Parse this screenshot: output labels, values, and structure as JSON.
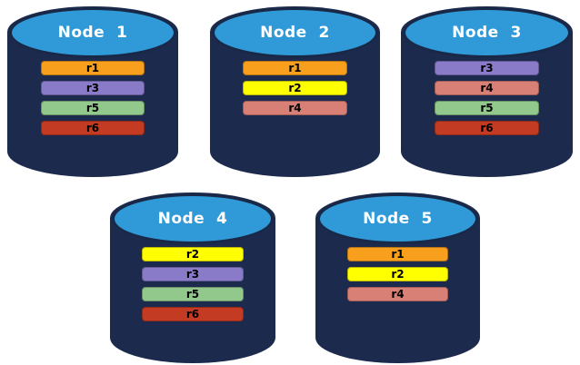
{
  "palette": {
    "page_background": "#ffffff",
    "cylinder_body": "#1C2A4D",
    "cylinder_top": "#2F9AD7",
    "cylinder_outline": "#1A2847",
    "replica_colors": {
      "r1": "#F8A01D",
      "r2": "#FFFF00",
      "r3": "#8A7BC8",
      "r4": "#D98076",
      "r5": "#92C88C",
      "r6": "#C43B23"
    }
  },
  "nodes": [
    {
      "label": "Node  1",
      "replicas": [
        "r1",
        "r3",
        "r5",
        "r6"
      ]
    },
    {
      "label": "Node  2",
      "replicas": [
        "r1",
        "r2",
        "r4"
      ]
    },
    {
      "label": "Node  3",
      "replicas": [
        "r3",
        "r4",
        "r5",
        "r6"
      ]
    },
    {
      "label": "Node  4",
      "replicas": [
        "r2",
        "r3",
        "r5",
        "r6"
      ]
    },
    {
      "label": "Node  5",
      "replicas": [
        "r1",
        "r2",
        "r4"
      ]
    }
  ]
}
